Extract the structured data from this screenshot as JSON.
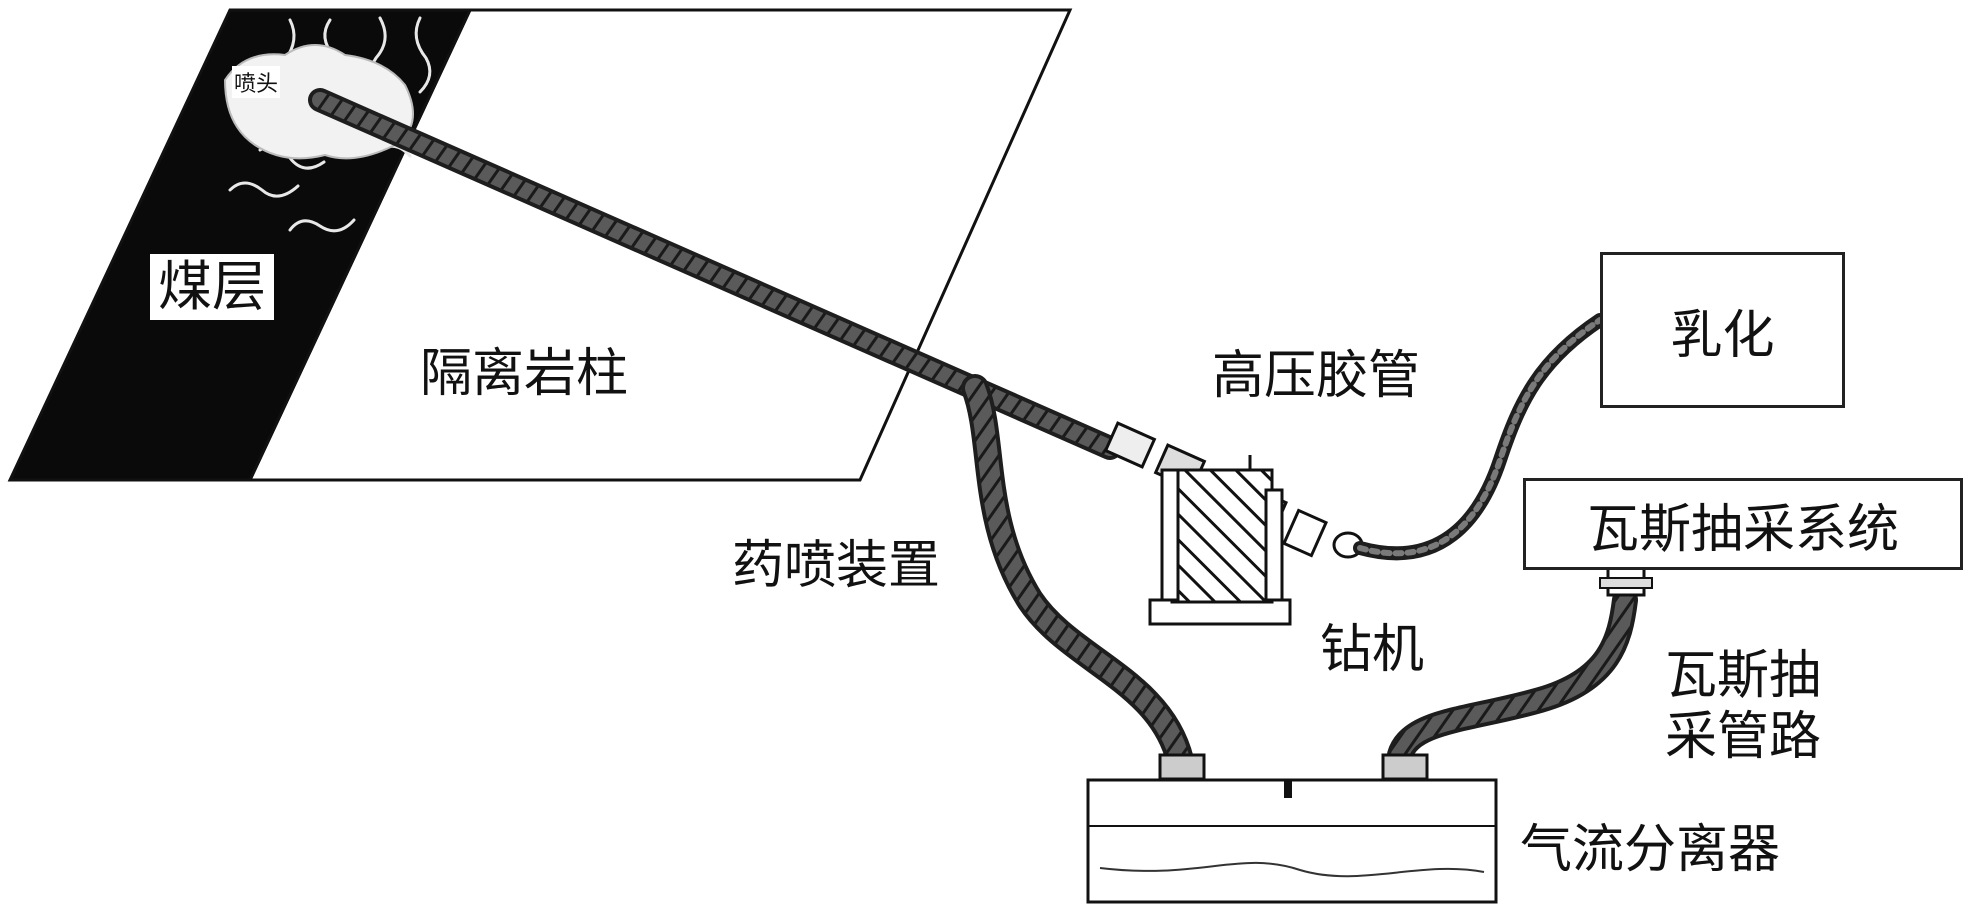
{
  "labels": {
    "coal_seam": "煤层",
    "isolation_pillar": "隔离岩柱",
    "high_pressure_hose": "高压胶管",
    "emulsion": "乳化",
    "gas_drainage_system": "瓦斯抽采系统",
    "explosive_spray_device": "药喷装置",
    "drill": "钻机",
    "gas_drainage_pipe_line1": "瓦斯抽",
    "gas_drainage_pipe_line2": "采管路",
    "airflow_separator": "气流分离器",
    "nozzle": "喷头"
  },
  "colors": {
    "line": "#111111",
    "seam_fill": "#0a0a0a",
    "pipe_dark": "#2b2b2b",
    "pipe_mid": "#6e6e6e",
    "background": "#ffffff"
  }
}
